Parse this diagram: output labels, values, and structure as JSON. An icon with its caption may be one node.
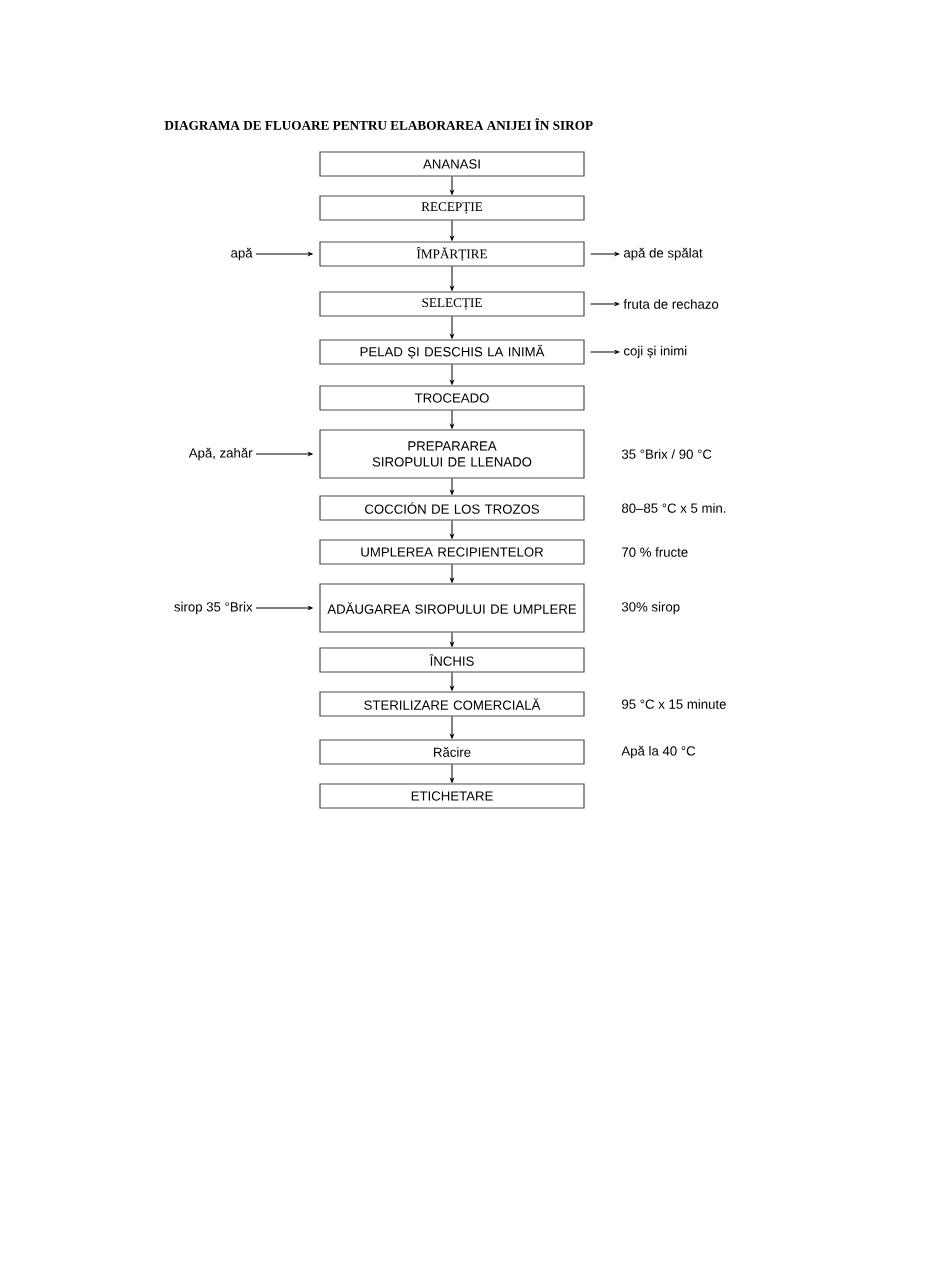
{
  "diagram": {
    "title": "DIAGRAMA DE FLUOARE PENTRU ELABORAREA ANIJEI ÎN SIROP",
    "nodes": [
      {
        "text": [
          "ANANASI"
        ]
      },
      {
        "text": [
          "RECEPȚIE"
        ]
      },
      {
        "text": [
          "ÎMPĂRȚIRE"
        ]
      },
      {
        "text": [
          "SELECȚIE"
        ]
      },
      {
        "text": [
          "PELAD ȘI DESCHIS LA INIMĂ"
        ]
      },
      {
        "text": [
          "TROCEADO"
        ]
      },
      {
        "text": [
          "PREPARAREA SIROPULUI DE LLENADO"
        ],
        "beside": [
          "35 °Brix / 90 °C"
        ]
      },
      {
        "text": [
          "COCCIÓN DE LOS TROZOS"
        ],
        "beside": [
          "80–85 °C x 5 min."
        ]
      },
      {
        "text": [
          "UMPLEREA RECIPIENTELOR"
        ],
        "beside": [
          "70 % fructe"
        ]
      },
      {
        "text": [
          "ADĂUGAREA SIROPULUI DE UMPLERE"
        ],
        "beside": [
          "30% sirop"
        ]
      },
      {
        "text": [
          "ÎNCHIS"
        ]
      },
      {
        "text": [
          "STERILIZARE COMERCIALĂ"
        ],
        "beside": [
          "95 °C x 15 minute"
        ]
      },
      {
        "text": [
          "Răcire"
        ],
        "beside": [
          "Apă la 40 °C"
        ]
      },
      {
        "text": [
          "ETICHETARE"
        ]
      },
      {
        "text": [
          "apă"
        ]
      },
      {
        "text": [
          "apă de spălat"
        ]
      },
      {
        "text": [
          "fruta de rechazo"
        ]
      },
      {
        "text": [
          "coji și inimi"
        ]
      },
      {
        "text": [
          "Apă, zahăr"
        ]
      },
      {
        "text": [
          "sirop 35 °Brix"
        ]
      }
    ],
    "edges": [
      {
        "from": 0,
        "to": 1,
        "arrow": "to"
      },
      {
        "from": 1,
        "to": 2,
        "arrow": "to"
      },
      {
        "from": 2,
        "to": 3,
        "arrow": "to"
      },
      {
        "from": 3,
        "to": 4,
        "arrow": "to"
      },
      {
        "from": 4,
        "to": 5,
        "arrow": "to"
      },
      {
        "from": 5,
        "to": 6,
        "arrow": "to"
      },
      {
        "from": 6,
        "to": 7,
        "arrow": "to"
      },
      {
        "from": 7,
        "to": 8,
        "arrow": "to"
      },
      {
        "from": 8,
        "to": 9,
        "arrow": "to"
      },
      {
        "from": 9,
        "to": 10,
        "arrow": "to"
      },
      {
        "from": 10,
        "to": 11,
        "arrow": "to"
      },
      {
        "from": 11,
        "to": 12,
        "arrow": "to"
      },
      {
        "from": 12,
        "to": 13,
        "arrow": "to"
      },
      {
        "from": 14,
        "to": 2,
        "arrow": "to"
      },
      {
        "from": 2,
        "to": 15,
        "arrow": "to"
      },
      {
        "from": 3,
        "to": 16,
        "arrow": "to"
      },
      {
        "from": 4,
        "to": 17,
        "arrow": "to"
      },
      {
        "from": 18,
        "to": 6,
        "arrow": "to"
      },
      {
        "from": 19,
        "to": 9,
        "arrow": "to"
      }
    ]
  }
}
